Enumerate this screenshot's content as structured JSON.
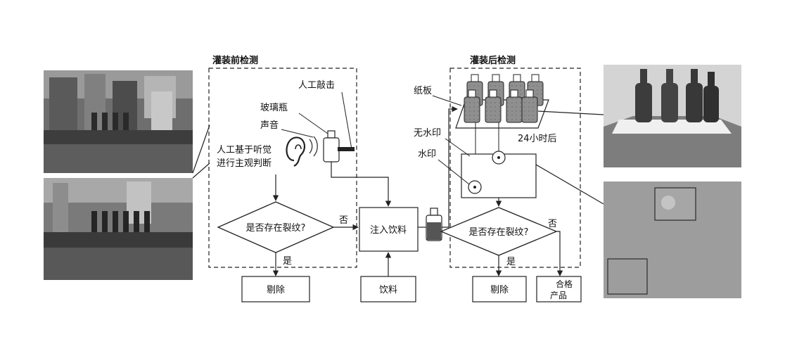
{
  "pre_check": {
    "title": "灌装前检测",
    "manual_knock": "人工敲击",
    "glass_bottle": "玻璃瓶",
    "sound": "声音",
    "judgement_line1": "人工基于听觉",
    "judgement_line2": "进行主观判断",
    "decision": "是否存在裂纹?",
    "yes": "是",
    "no": "否",
    "reject": "剔除"
  },
  "center": {
    "fill_drink": "注入饮料",
    "drink": "饮料"
  },
  "post_check": {
    "title": "灌装后检测",
    "cardboard": "纸板",
    "no_watermark": "无水印",
    "watermark": "水印",
    "after_24h": "24小时后",
    "decision": "是否存在裂纹?",
    "yes": "是",
    "no": "否",
    "reject": "剔除",
    "qualified_line1": "合格",
    "qualified_line2": "产品"
  }
}
